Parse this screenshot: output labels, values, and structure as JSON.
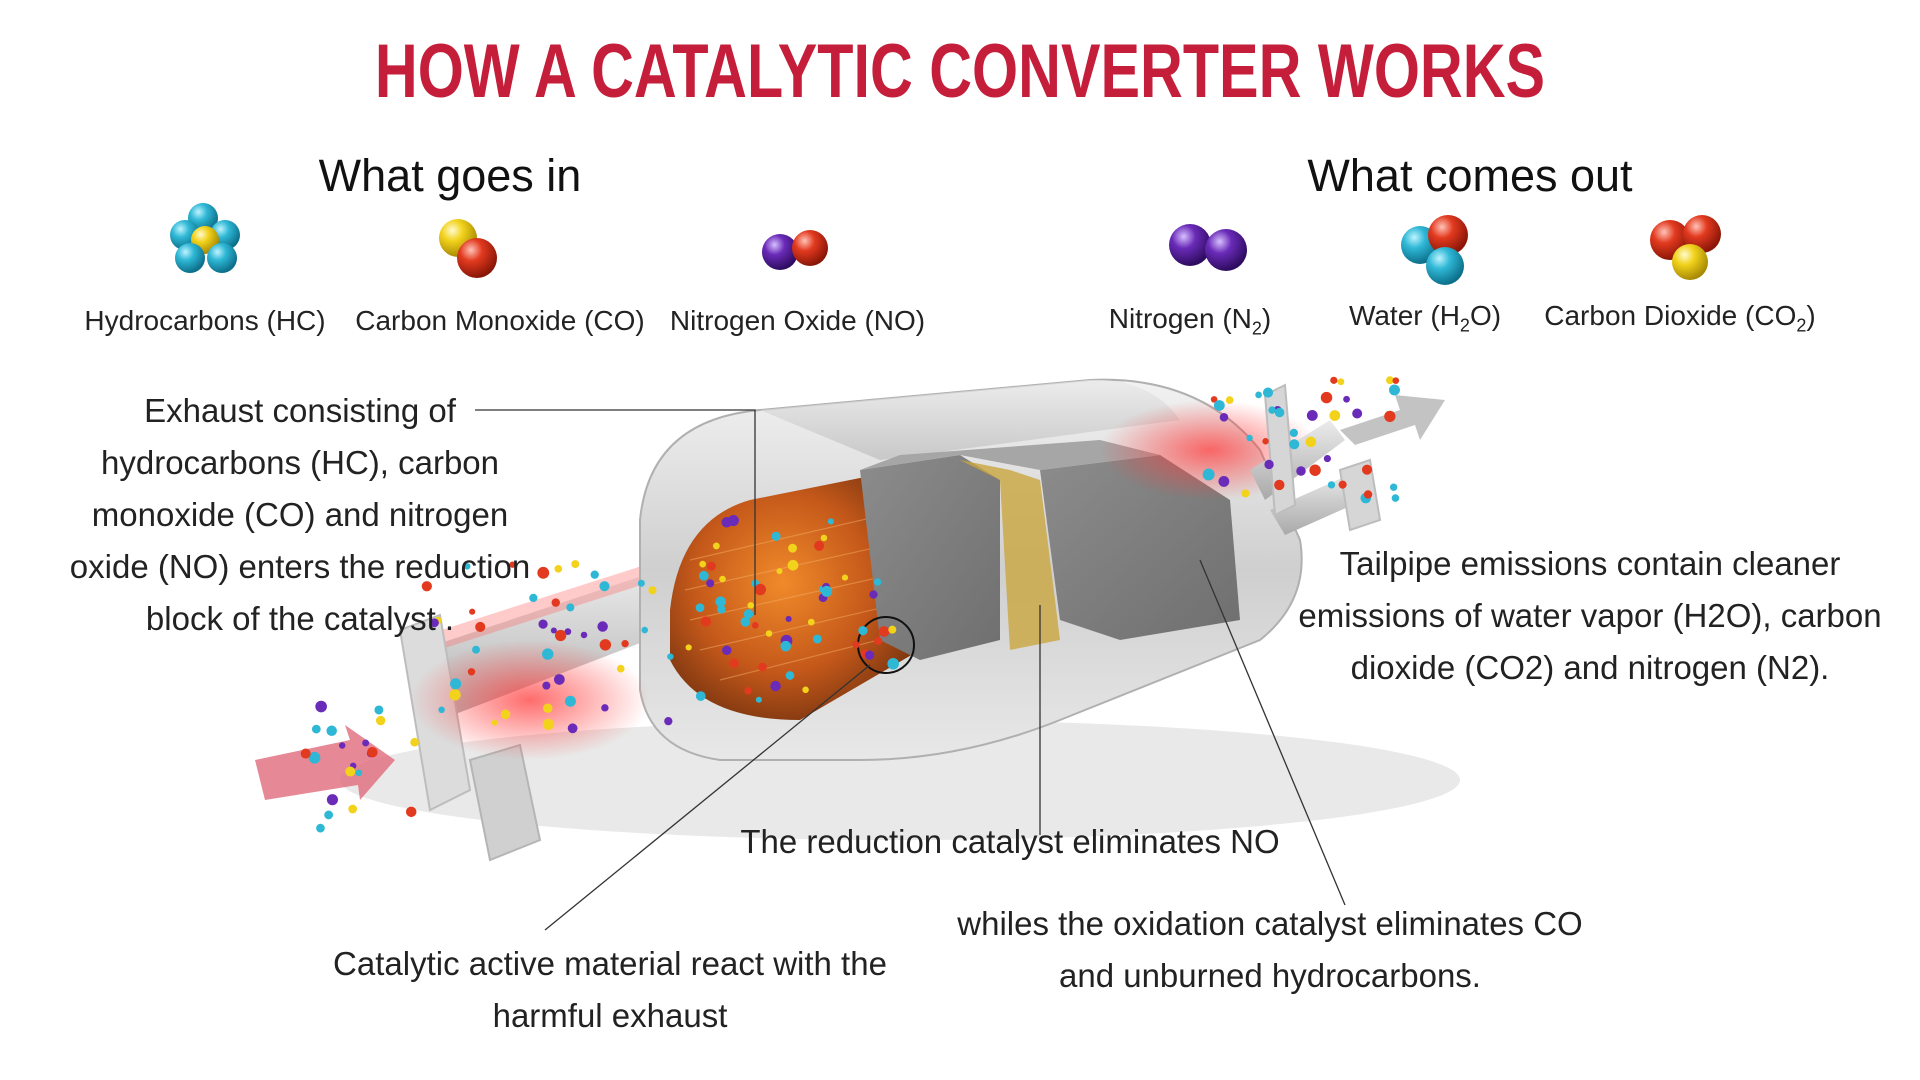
{
  "title": "HOW A CATALYTIC CONVERTER WORKS",
  "inputs": {
    "heading": "What goes in",
    "items": [
      {
        "label": "Hydrocarbons (HC)",
        "icon": "hydrocarbon-molecule-icon"
      },
      {
        "label": "Carbon Monoxide (CO)",
        "icon": "carbon-monoxide-molecule-icon"
      },
      {
        "label": "Nitrogen Oxide (NO)",
        "icon": "nitrogen-oxide-molecule-icon"
      }
    ]
  },
  "outputs": {
    "heading": "What comes out",
    "items": [
      {
        "label_main": "Nitrogen (N",
        "sub": "2",
        "label_end": ")",
        "icon": "nitrogen-molecule-icon"
      },
      {
        "label_main": "Water (H",
        "sub": "2",
        "label_end": "O)",
        "icon": "water-molecule-icon"
      },
      {
        "label_main": "Carbon Dioxide (CO",
        "sub": "2",
        "label_end": ")",
        "icon": "carbon-dioxide-molecule-icon"
      }
    ]
  },
  "annotations": {
    "exhaust_in": [
      "Exhaust consisting of",
      "hydrocarbons (HC), carbon",
      "monoxide (CO) and nitrogen",
      "oxide (NO) enters the reduction",
      "block of the catalyst ."
    ],
    "tailpipe": [
      "Tailpipe emissions contain cleaner",
      "emissions of water vapor (H2O), carbon",
      "dioxide (CO2) and nitrogen (N2)."
    ],
    "reduction": "The reduction catalyst eliminates NO",
    "oxidation": [
      "whiles the oxidation catalyst eliminates CO",
      "and unburned hydrocarbons."
    ],
    "active_material": [
      "Catalytic active material react with the",
      "harmful exhaust"
    ]
  },
  "colors": {
    "title": "#c41e3a",
    "cyan_atom": "#2fb8d6",
    "yellow_atom": "#f2d21b",
    "red_atom": "#e23a1f",
    "purple_atom": "#6a2bb8",
    "arrow_in": "#e06a7a",
    "arrow_out": "#b8b8b8"
  }
}
